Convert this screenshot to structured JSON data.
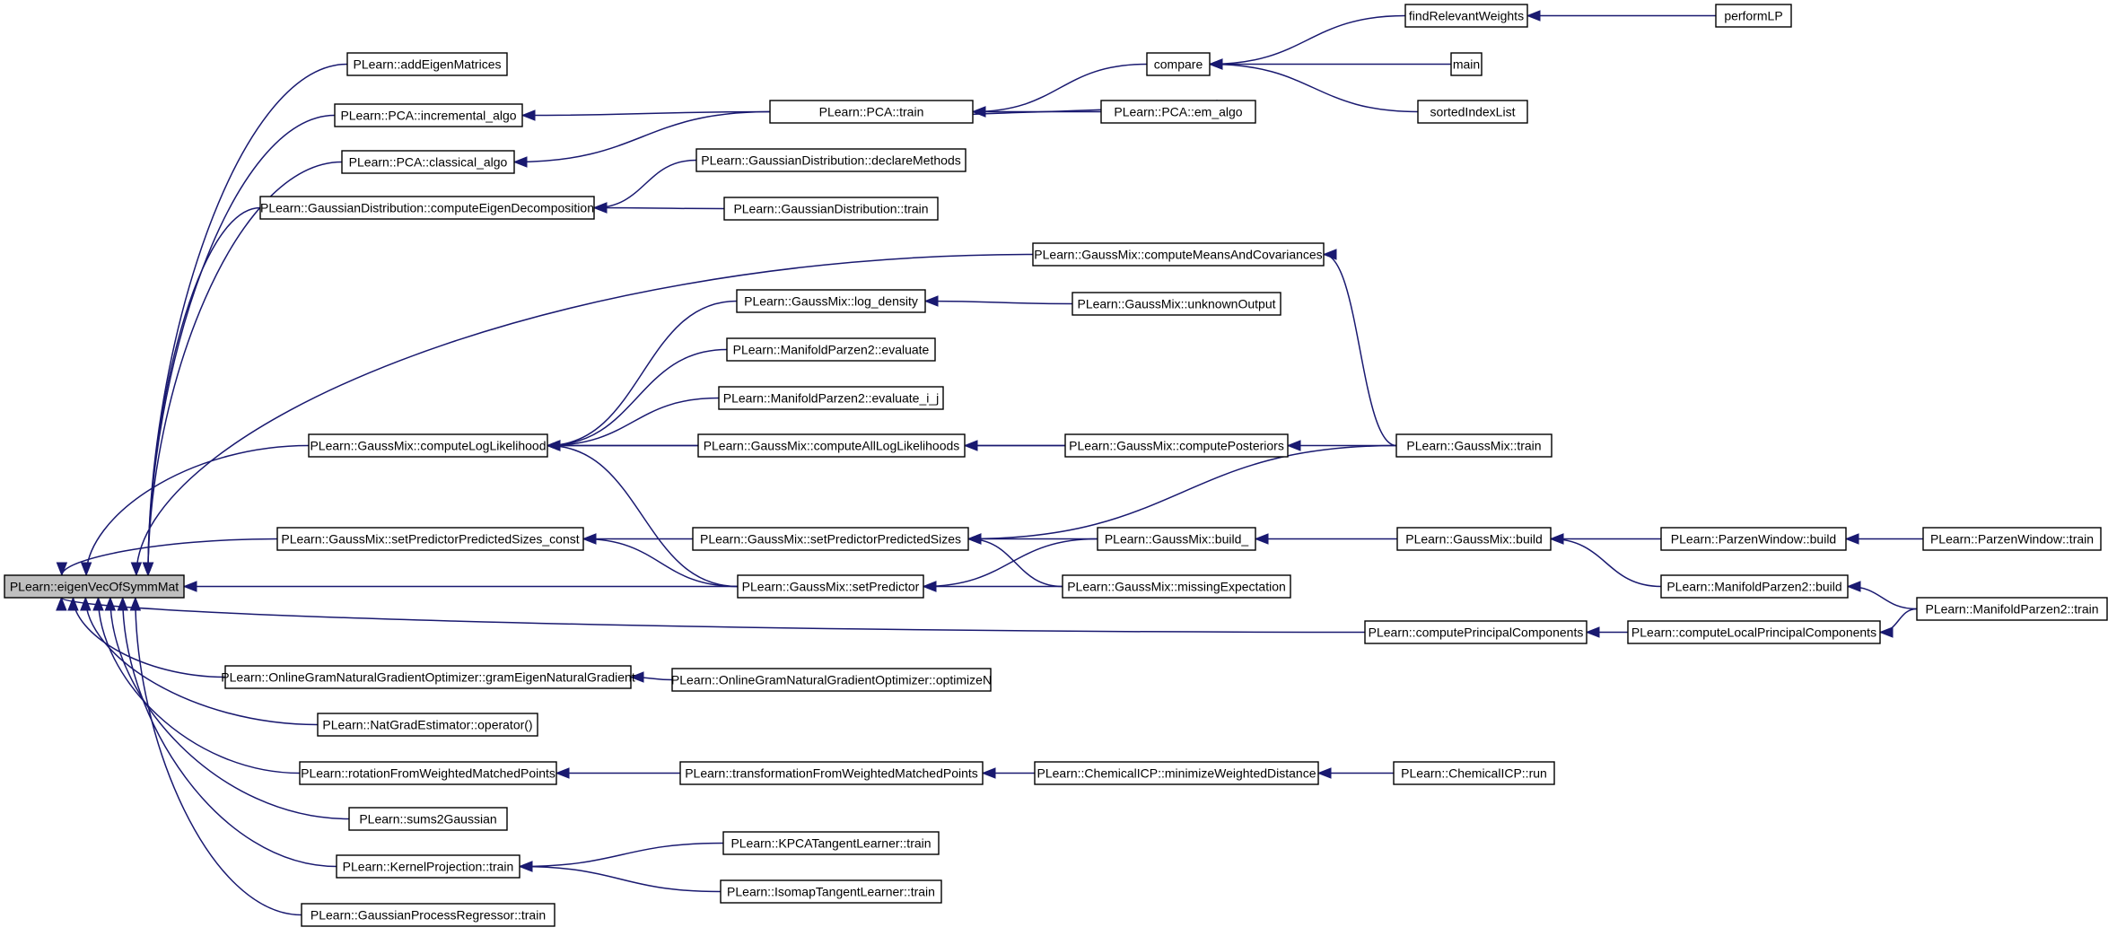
{
  "nodes": [
    {
      "id": "n0",
      "label": "PLearn::eigenVecOfSymmMat"
    },
    {
      "id": "n1",
      "label": "PLearn::addEigenMatrices"
    },
    {
      "id": "n2",
      "label": "PLearn::PCA::incremental_algo"
    },
    {
      "id": "n3",
      "label": "PLearn::PCA::classical_algo"
    },
    {
      "id": "n4",
      "label": "PLearn::GaussianDistribution::computeEigenDecomposition"
    },
    {
      "id": "n5",
      "label": "PLearn::GaussMix::computeLogLikelihood"
    },
    {
      "id": "n6",
      "label": "PLearn::GaussMix::setPredictorPredictedSizes_const"
    },
    {
      "id": "n7",
      "label": "PLearn::OnlineGramNaturalGradientOptimizer::gramEigenNaturalGradient"
    },
    {
      "id": "n8",
      "label": "PLearn::NatGradEstimator::operator()"
    },
    {
      "id": "n9",
      "label": "PLearn::rotationFromWeightedMatchedPoints"
    },
    {
      "id": "n10",
      "label": "PLearn::sums2Gaussian"
    },
    {
      "id": "n11",
      "label": "PLearn::KernelProjection::train"
    },
    {
      "id": "n12",
      "label": "PLearn::GaussianProcessRegressor::train"
    },
    {
      "id": "n13",
      "label": "PLearn::PCA::train"
    },
    {
      "id": "n14",
      "label": "PLearn::GaussianDistribution::declareMethods"
    },
    {
      "id": "n15",
      "label": "PLearn::GaussianDistribution::train"
    },
    {
      "id": "n16",
      "label": "PLearn::GaussMix::log_density"
    },
    {
      "id": "n17",
      "label": "PLearn::ManifoldParzen2::evaluate"
    },
    {
      "id": "n18",
      "label": "PLearn::ManifoldParzen2::evaluate_i_j"
    },
    {
      "id": "n19",
      "label": "PLearn::GaussMix::computeAllLogLikelihoods"
    },
    {
      "id": "n20",
      "label": "PLearn::GaussMix::setPredictorPredictedSizes"
    },
    {
      "id": "n21",
      "label": "PLearn::GaussMix::setPredictor"
    },
    {
      "id": "n22",
      "label": "PLearn::OnlineGramNaturalGradientOptimizer::optimizeN"
    },
    {
      "id": "n23",
      "label": "PLearn::transformationFromWeightedMatchedPoints"
    },
    {
      "id": "n24",
      "label": "PLearn::KPCATangentLearner::train"
    },
    {
      "id": "n25",
      "label": "PLearn::IsomapTangentLearner::train"
    },
    {
      "id": "n26",
      "label": "PLearn::GaussMix::computeMeansAndCovariances"
    },
    {
      "id": "n27",
      "label": "compare"
    },
    {
      "id": "n28",
      "label": "PLearn::PCA::em_algo"
    },
    {
      "id": "n29",
      "label": "PLearn::GaussMix::unknownOutput"
    },
    {
      "id": "n30",
      "label": "PLearn::GaussMix::computePosteriors"
    },
    {
      "id": "n31",
      "label": "PLearn::GaussMix::build_"
    },
    {
      "id": "n32",
      "label": "PLearn::GaussMix::missingExpectation"
    },
    {
      "id": "n33",
      "label": "PLearn::computePrincipalComponents"
    },
    {
      "id": "n34",
      "label": "PLearn::ChemicalICP::minimizeWeightedDistance"
    },
    {
      "id": "n35",
      "label": "findRelevantWeights"
    },
    {
      "id": "n36",
      "label": "main"
    },
    {
      "id": "n37",
      "label": "sortedIndexList"
    },
    {
      "id": "n38",
      "label": "PLearn::GaussMix::train"
    },
    {
      "id": "n39",
      "label": "PLearn::GaussMix::build"
    },
    {
      "id": "n40",
      "label": "PLearn::computeLocalPrincipalComponents"
    },
    {
      "id": "n41",
      "label": "PLearn::ChemicalICP::run"
    },
    {
      "id": "n42",
      "label": "performLP"
    },
    {
      "id": "n43",
      "label": "PLearn::ParzenWindow::build"
    },
    {
      "id": "n44",
      "label": "PLearn::ManifoldParzen2::build"
    },
    {
      "id": "n45",
      "label": "PLearn::ParzenWindow::train"
    },
    {
      "id": "n46",
      "label": "PLearn::ManifoldParzen2::train"
    }
  ],
  "edges": [
    [
      "n1",
      "n0"
    ],
    [
      "n2",
      "n0"
    ],
    [
      "n3",
      "n0"
    ],
    [
      "n4",
      "n0"
    ],
    [
      "n5",
      "n0"
    ],
    [
      "n6",
      "n0"
    ],
    [
      "n7",
      "n0"
    ],
    [
      "n8",
      "n0"
    ],
    [
      "n9",
      "n0"
    ],
    [
      "n10",
      "n0"
    ],
    [
      "n11",
      "n0"
    ],
    [
      "n12",
      "n0"
    ],
    [
      "n21",
      "n0"
    ],
    [
      "n26",
      "n0"
    ],
    [
      "n33",
      "n0"
    ],
    [
      "n13",
      "n2"
    ],
    [
      "n13",
      "n3"
    ],
    [
      "n28",
      "n13"
    ],
    [
      "n27",
      "n13"
    ],
    [
      "n13",
      "n28"
    ],
    [
      "n35",
      "n27"
    ],
    [
      "n36",
      "n27"
    ],
    [
      "n37",
      "n27"
    ],
    [
      "n42",
      "n35"
    ],
    [
      "n14",
      "n4"
    ],
    [
      "n15",
      "n4"
    ],
    [
      "n16",
      "n5"
    ],
    [
      "n17",
      "n5"
    ],
    [
      "n18",
      "n5"
    ],
    [
      "n19",
      "n5"
    ],
    [
      "n30",
      "n5"
    ],
    [
      "n21",
      "n5"
    ],
    [
      "n29",
      "n16"
    ],
    [
      "n30",
      "n19"
    ],
    [
      "n38",
      "n30"
    ],
    [
      "n38",
      "n26"
    ],
    [
      "n20",
      "n6"
    ],
    [
      "n21",
      "n6"
    ],
    [
      "n38",
      "n20"
    ],
    [
      "n31",
      "n20"
    ],
    [
      "n32",
      "n20"
    ],
    [
      "n31",
      "n21"
    ],
    [
      "n32",
      "n21"
    ],
    [
      "n39",
      "n31"
    ],
    [
      "n43",
      "n39"
    ],
    [
      "n44",
      "n39"
    ],
    [
      "n45",
      "n43"
    ],
    [
      "n46",
      "n44"
    ],
    [
      "n40",
      "n33"
    ],
    [
      "n46",
      "n40"
    ],
    [
      "n22",
      "n7"
    ],
    [
      "n23",
      "n9"
    ],
    [
      "n34",
      "n23"
    ],
    [
      "n41",
      "n34"
    ],
    [
      "n24",
      "n11"
    ],
    [
      "n25",
      "n11"
    ]
  ]
}
